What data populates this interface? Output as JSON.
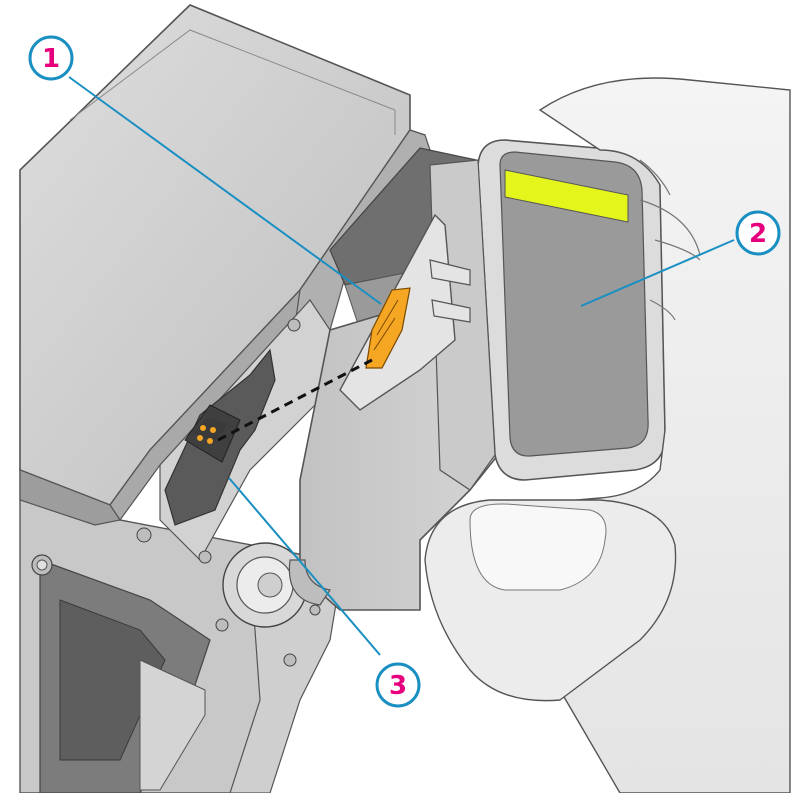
{
  "colors": {
    "callout_ring": "#1a8fc2",
    "callout_number": "#e6007e",
    "leader_line": "#1a8fc2",
    "body_light": "#e2e2e2",
    "body_mid": "#c4c4c4",
    "body_dark": "#8a8a8a",
    "chip_orange": "#f5a623",
    "label_yellow": "#e4f51c",
    "label_gray": "#9a9a9a"
  },
  "callouts": [
    {
      "id": "1",
      "number": "1",
      "target": "cartridge-chip"
    },
    {
      "id": "2",
      "number": "2",
      "target": "ink-cartridge-label"
    },
    {
      "id": "3",
      "number": "3",
      "target": "printer-contacts"
    }
  ]
}
